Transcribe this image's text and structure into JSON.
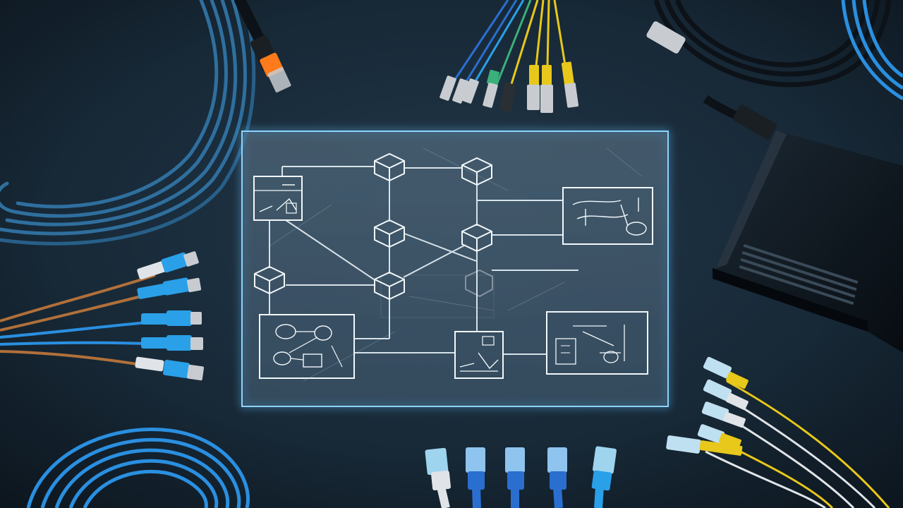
{
  "scene": {
    "background_color": "#15232f",
    "panel_glow_color": "#5fc4ff",
    "panel_line_color": "#e8f2f8",
    "cable_blue_color": "#2f6f9e",
    "cable_bright_blue_color": "#2a8fe0",
    "cable_yellow_color": "#e8c81a",
    "cable_black_color": "#0c1218",
    "boot_orange_color": "#ff7a1a",
    "boot_blue_color": "#2aa0e8",
    "connector_silver_color": "#c8ccd0",
    "switch_body_color": "#0c1319",
    "objects": [
      "network-diagram-panel",
      "ethernet-cable-coil-top-left",
      "ethernet-cable-coil-bottom-left",
      "black-cable-coil-top-right",
      "blue-cable-coil-top-right",
      "network-switch",
      "fiber-patch-cords-top",
      "patch-cables-left",
      "rj45-connectors-bottom",
      "fiber-patch-cords-bottom-right"
    ]
  }
}
